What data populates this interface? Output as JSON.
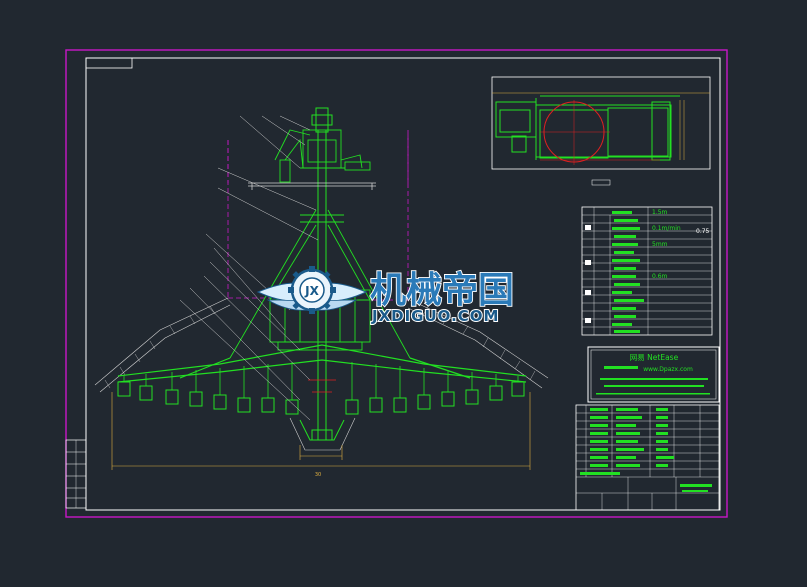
{
  "drawing": {
    "background": "#212830",
    "colors": {
      "frame": "#c818c8",
      "border": "#ffffff",
      "part": "#22e022",
      "dim": "#e0b040",
      "leader": "#d0d0d0",
      "red": "#e02020",
      "watermark_fill": "#1a5a8a",
      "watermark_light": "#d8eefc"
    }
  },
  "watermark": {
    "cn": "机械帝国",
    "en": "JXDIGUO.COM"
  },
  "netease": {
    "title": "网易 NetEase",
    "url": "www.Dpazx.com"
  },
  "params": {
    "values": [
      "1.5m",
      "0.1m/min",
      "5mm",
      "0.6m",
      "0.75"
    ]
  },
  "dims": {
    "values": [
      "30"
    ]
  }
}
